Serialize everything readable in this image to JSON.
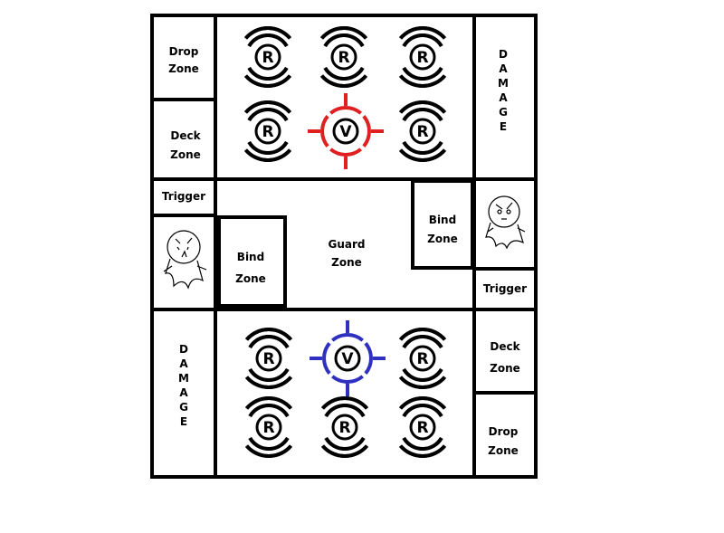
{
  "colors": {
    "line": "#000000",
    "opponent_vanguard": "#e02020",
    "player_vanguard": "#3030c0",
    "background": "#ffffff"
  },
  "circle_letters": {
    "rearguard": "R",
    "vanguard": "V"
  },
  "opponent": {
    "drop_zone": [
      "Drop",
      "Zone"
    ],
    "deck_zone": [
      "Deck",
      "Zone"
    ],
    "trigger": "Trigger",
    "damage": [
      "D",
      "A",
      "M",
      "A",
      "G",
      "E"
    ],
    "bind_zone": [
      "Bind",
      "Zone"
    ],
    "avatar_icon": "stick-figure-ghost-icon"
  },
  "guard_zone": [
    "Guard",
    "Zone"
  ],
  "player": {
    "bind_zone": [
      "Bind",
      "Zone"
    ],
    "trigger": "Trigger",
    "damage": [
      "D",
      "A",
      "M",
      "A",
      "G",
      "E"
    ],
    "deck_zone": [
      "Deck",
      "Zone"
    ],
    "drop_zone": [
      "Drop",
      "Zone"
    ],
    "avatar_icon": "stick-figure-ghost-icon"
  }
}
